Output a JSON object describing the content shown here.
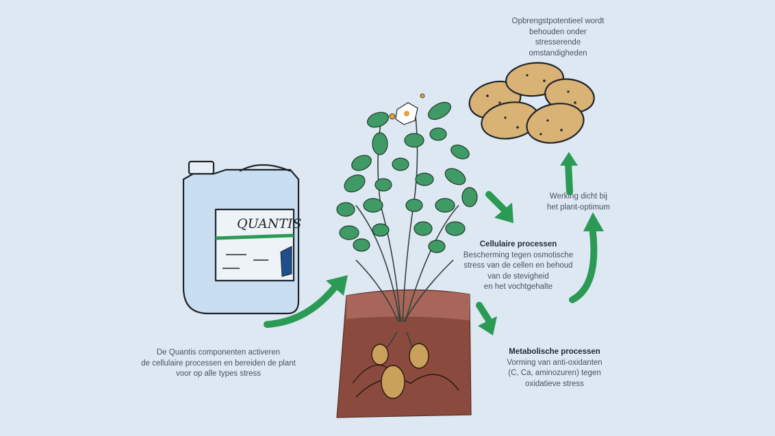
{
  "diagram": {
    "product_label": "QUANTIS",
    "top_right": [
      "Opbrengstpotentieel wordt",
      "behouden onder stresserende",
      "omstandigheden"
    ],
    "right_mid": [
      "Werking dicht bij",
      "het plant-optimum"
    ],
    "cellular": {
      "title": "Cellulaire processen",
      "lines": [
        "Bescherming tegen osmotische",
        "stress van de cellen en behoud",
        "van de stevigheid",
        "en het vochtgehalte"
      ]
    },
    "metabolic": {
      "title": "Metabolische processen",
      "lines": [
        "Vorming van anti-oxidanten",
        "(C, Ca, aminozuren) tegen",
        "oxidatieve stress"
      ]
    },
    "bottom_left": [
      "De Quantis componenten activeren",
      "de cellulaire processen en bereiden de plant",
      "voor op alle types stress"
    ]
  },
  "colors": {
    "background": "#dde8f3",
    "arrow": "#2a9a55",
    "soil": "#8a4a3e",
    "leaf": "#3f9a66",
    "tuber": "#c9a15a"
  },
  "icons": [
    "jerrycan-illustration",
    "potato-plant-illustration",
    "potatoes-illustration",
    "arrow-icon"
  ]
}
